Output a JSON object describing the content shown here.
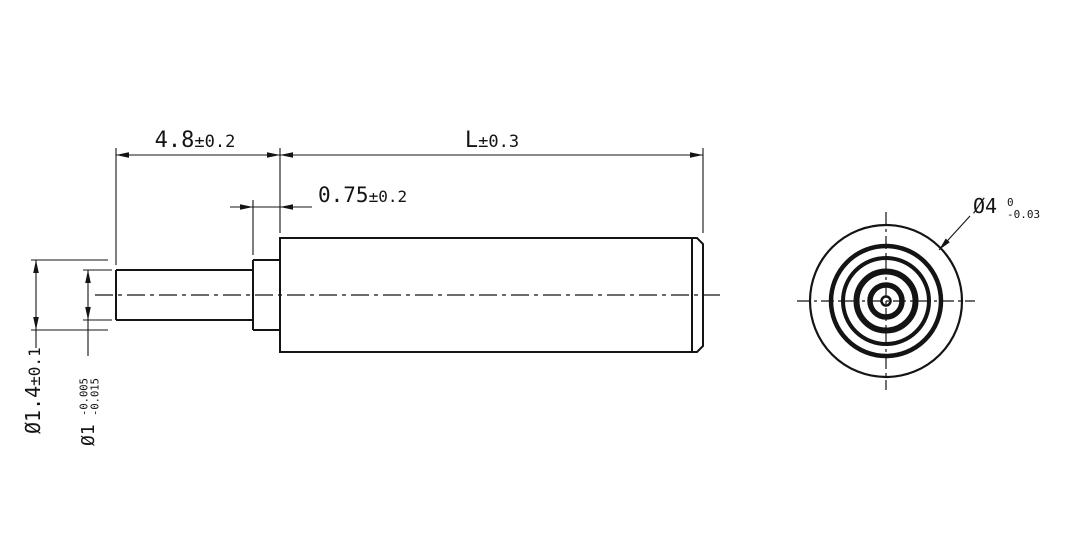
{
  "colors": {
    "line": "#141414",
    "background": "#ffffff"
  },
  "dims": {
    "shaft_length": {
      "value": "4.8",
      "tol": "±0.2"
    },
    "body_length": {
      "value": "L",
      "tol": "±0.3"
    },
    "collar_width": {
      "value": "0.75",
      "tol": "±0.2"
    },
    "collar_dia": {
      "value": "Ø1.4",
      "tol": "±0.1"
    },
    "shaft_dia": {
      "value": "Ø1",
      "tol_upper": "-0.005",
      "tol_lower": "-0.015"
    },
    "body_dia": {
      "value": "Ø4",
      "tol_upper": "0",
      "tol_lower": "-0.03"
    }
  }
}
